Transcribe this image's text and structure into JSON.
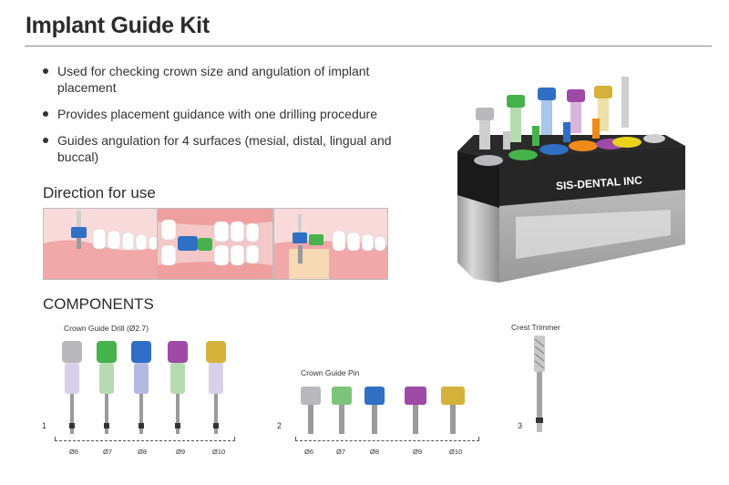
{
  "title": "Implant Guide Kit",
  "bullets": [
    "Used for checking crown size and angulation of implant placement",
    "Provides placement guidance with one drilling procedure",
    "Guides angulation for 4 surfaces (mesial, distal, lingual and buccal)"
  ],
  "direction_title": "Direction for use",
  "components_title": "COMPONENTS",
  "product_box_label": "SIS-DENTAL INC",
  "kit_colors": {
    "grey": "#b9b9bd",
    "green": "#45b24c",
    "blue": "#2f6fc4",
    "purple": "#9e4aa6",
    "gold": "#d4b13a",
    "yellow_ring": "#e8d21c",
    "orange_ring": "#ef8a1b",
    "gum": "#f3b7b7"
  },
  "components": {
    "drill": {
      "number": "1",
      "label": "Crown Guide Drill (Ø2.7)",
      "sizes": [
        "Ø6",
        "Ø7",
        "Ø8",
        "Ø9",
        "Ø10"
      ]
    },
    "pin": {
      "number": "2",
      "label": "Crown Guide Pin",
      "sizes": [
        "Ø6",
        "Ø7",
        "Ø8",
        "Ø9",
        "Ø10"
      ]
    },
    "trimmer": {
      "number": "3",
      "label": "Crest Trimmer"
    }
  }
}
